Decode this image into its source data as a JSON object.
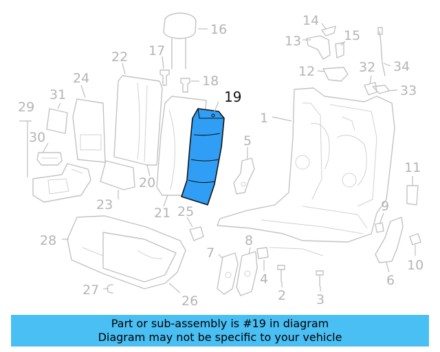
{
  "diagram": {
    "highlight_color": "#2f9ef4",
    "callouts": [
      "1",
      "2",
      "3",
      "4",
      "5",
      "6",
      "7",
      "8",
      "9",
      "10",
      "11",
      "12",
      "13",
      "14",
      "15",
      "16",
      "17",
      "18",
      "19",
      "20",
      "21",
      "22",
      "23",
      "24",
      "25",
      "26",
      "27",
      "28",
      "29",
      "30",
      "31",
      "32",
      "33",
      "34"
    ],
    "highlighted_callout": "19"
  },
  "banner": {
    "background": "#49bff3",
    "line1": "Part or sub-assembly is #19 in diagram",
    "line2": "Diagram may not be specific to your vehicle"
  }
}
